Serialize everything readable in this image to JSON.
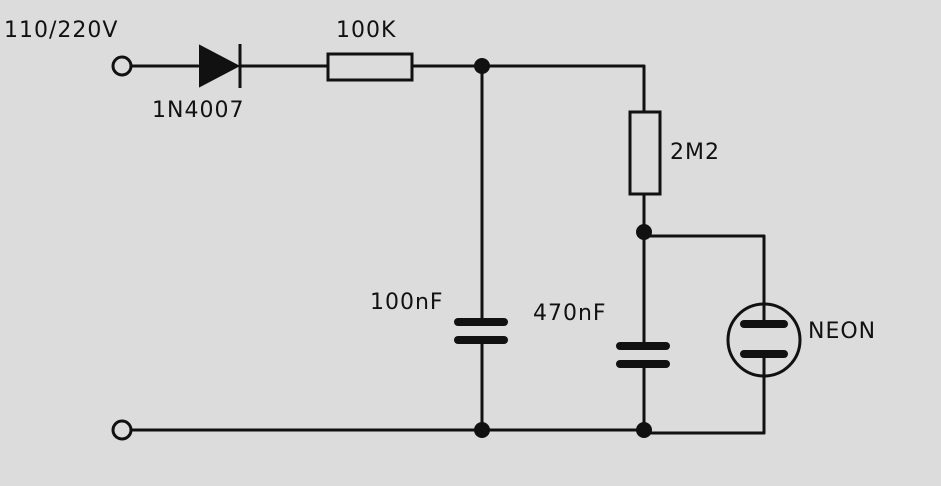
{
  "labels": {
    "input_voltage": "110/220V",
    "diode": "1N4007",
    "resistor_series": "100K",
    "resistor_timing": "2M2",
    "capacitor_filter": "100nF",
    "capacitor_timing": "470nF",
    "lamp": "NEON"
  },
  "colors": {
    "background": "#dcdcdc",
    "ink": "#111111"
  }
}
